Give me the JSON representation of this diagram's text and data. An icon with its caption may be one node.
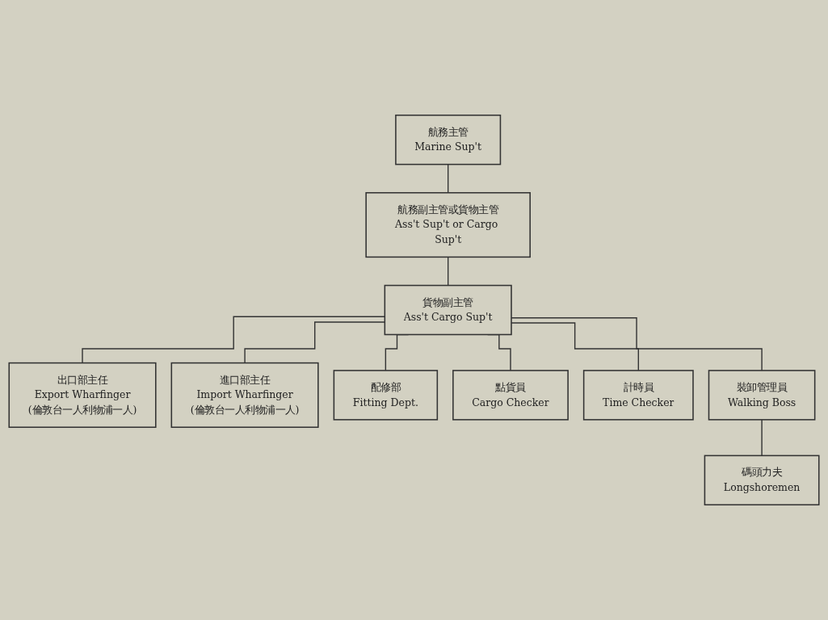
{
  "diagram": {
    "nodes": [
      {
        "text": [
          "航務主管",
          "Marine Sup't"
        ]
      },
      {
        "text": [
          "航務副主管或貨物主管",
          "Ass't Sup't or Cargo Sup't"
        ]
      },
      {
        "text": [
          "貨物副主管",
          "Ass't Cargo Sup't"
        ]
      },
      {
        "text": [
          "出口部主任",
          "Export Wharfinger",
          "(倫敦台一人利物浦一人)"
        ]
      },
      {
        "text": [
          "進口部主任",
          "Import Wharfinger",
          "(倫敦台一人利物浦一人)"
        ]
      },
      {
        "text": [
          "配修部",
          "Fitting Dept."
        ]
      },
      {
        "text": [
          "點貨員",
          "Cargo Checker"
        ]
      },
      {
        "text": [
          "計時員",
          "Time Checker"
        ]
      },
      {
        "text": [
          "裝卸管理員",
          "Walking Boss"
        ]
      },
      {
        "text": [
          "碼頭力夫",
          "Longshoremen"
        ]
      }
    ],
    "edges": [
      {
        "from": 0,
        "to": 1,
        "arrow": "none"
      },
      {
        "from": 1,
        "to": 2,
        "arrow": "none"
      },
      {
        "from": 2,
        "to": 6,
        "arrow": "none"
      },
      {
        "from": 2,
        "to": 7,
        "arrow": "none"
      },
      {
        "from": 2,
        "to": 8,
        "arrow": "none"
      },
      {
        "from": 2,
        "to": 3,
        "arrow": "none"
      },
      {
        "from": 2,
        "to": 4,
        "arrow": "none"
      },
      {
        "from": 2,
        "to": 5,
        "arrow": "none"
      },
      {
        "from": 8,
        "to": 9,
        "arrow": "none"
      }
    ]
  }
}
